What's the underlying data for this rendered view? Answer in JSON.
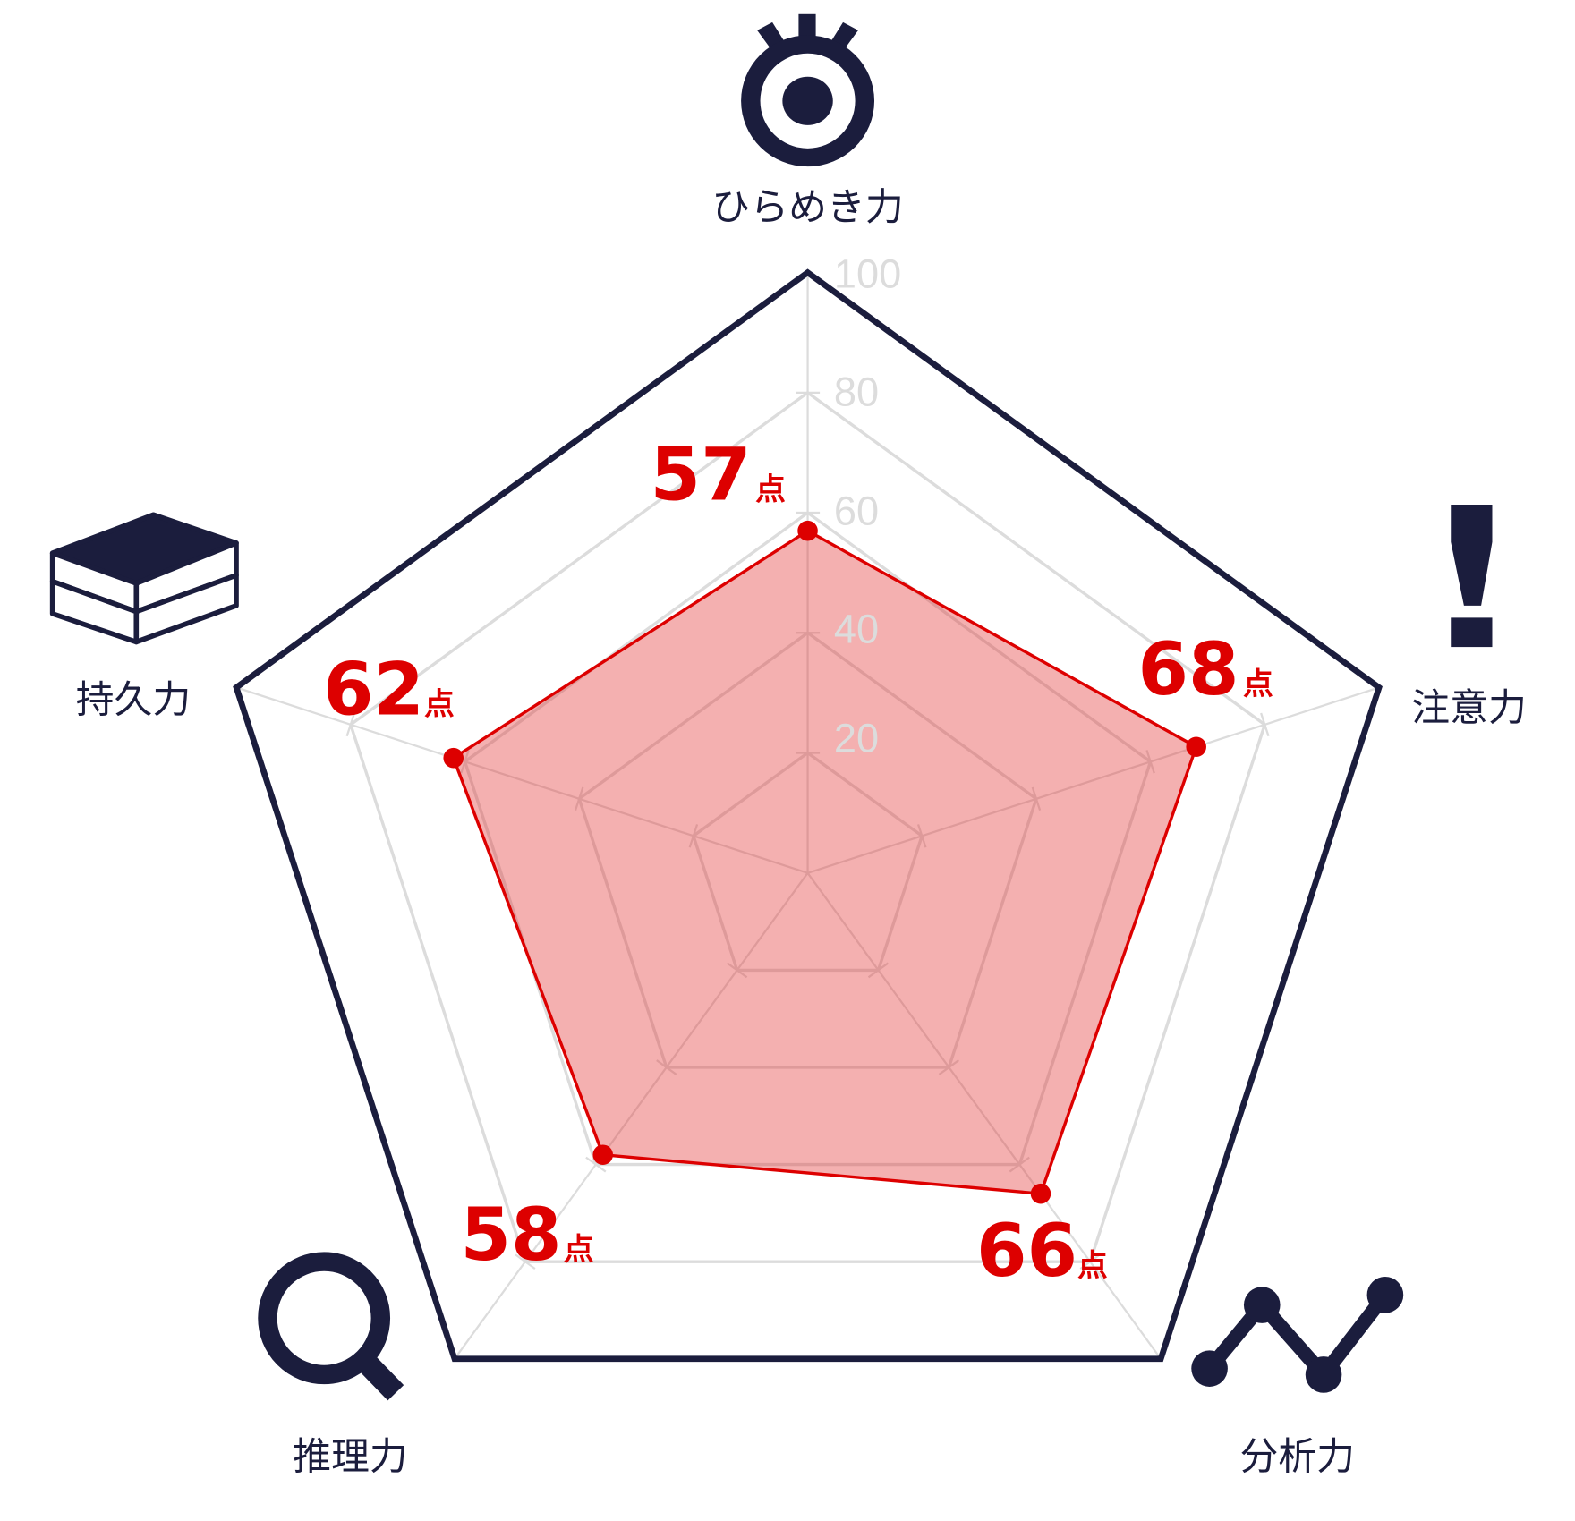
{
  "chart_data": {
    "type": "radar",
    "title": "",
    "categories": [
      "ひらめき力",
      "注意力",
      "分析力",
      "推理力",
      "持久力"
    ],
    "icons": [
      "eye-icon",
      "exclamation-icon",
      "line-graph-icon",
      "magnifier-icon",
      "book-icon"
    ],
    "values": [
      57,
      68,
      66,
      58,
      62
    ],
    "value_suffix": "点",
    "rlim": [
      0,
      100
    ],
    "ticks": [
      20,
      40,
      60,
      80,
      100
    ],
    "tick_labels": [
      "20",
      "40",
      "60",
      "80",
      "100"
    ],
    "grid": true,
    "colors": {
      "series": "#dd0000",
      "fill": "#e23030",
      "outline": "#1b1d3d",
      "grid": "#dcdcdc",
      "text": "#1b1d3d"
    }
  }
}
